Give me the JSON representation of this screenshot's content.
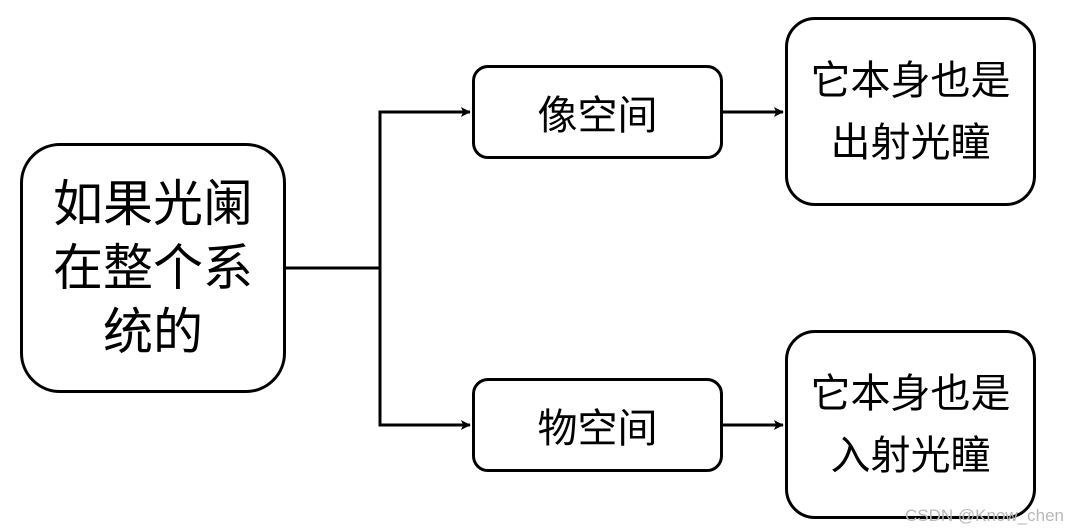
{
  "diagram": {
    "root": {
      "label": "如果光阑\n在整个系\n统的"
    },
    "branches": [
      {
        "label": "像空间",
        "result": "它本身也是\n出射光瞳"
      },
      {
        "label": "物空间",
        "result": "它本身也是\n入射光瞳"
      }
    ]
  },
  "watermark": "CSDN @Know_chen",
  "colors": {
    "stroke": "#000000",
    "background": "#ffffff",
    "watermark": "#b8b8b8"
  }
}
